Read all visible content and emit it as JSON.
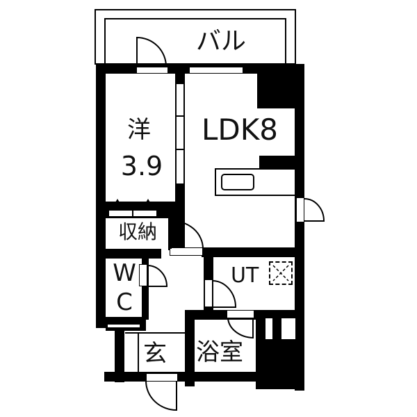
{
  "floorplan": {
    "balcony": {
      "label": "バル"
    },
    "rooms": {
      "western": {
        "label": "洋",
        "size": "3.9"
      },
      "ldk": {
        "label": "LDK8"
      },
      "storage": {
        "label": "収納"
      },
      "wc": {
        "label_top": "W",
        "label_bottom": "C"
      },
      "utility": {
        "label": "UT"
      },
      "entrance": {
        "label": "玄"
      },
      "bathroom": {
        "label": "浴室"
      }
    },
    "icons": [
      "door-swing-icon",
      "kitchen-sink-icon",
      "washing-machine-icon",
      "closet-door-icon",
      "window-icon"
    ],
    "colors": {
      "wall": "#000000",
      "background": "#ffffff"
    }
  }
}
